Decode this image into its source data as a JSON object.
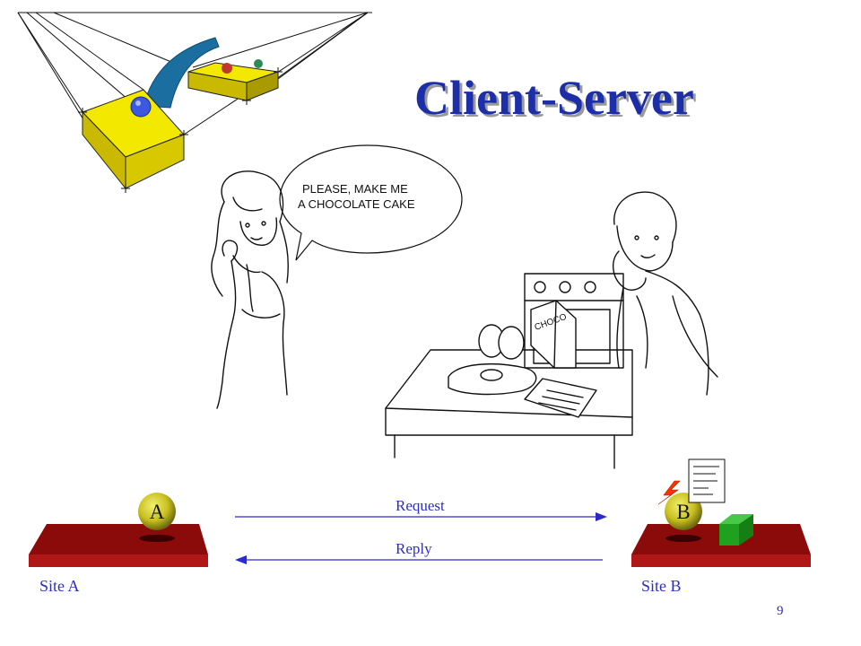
{
  "title": "Client-Server",
  "speech_bubble": {
    "line1": "PLEASE, MAKE ME",
    "line2": "A CHOCOLATE CAKE"
  },
  "illustration": {
    "box_label": "CHOCO"
  },
  "diagram": {
    "node_a": {
      "letter": "A",
      "site_label": "Site A"
    },
    "node_b": {
      "letter": "B",
      "site_label": "Site B"
    },
    "request_label": "Request",
    "reply_label": "Reply"
  },
  "page_number": "9",
  "colors": {
    "title": "#1d2fa8",
    "label_text": "#2c2fb8",
    "arrow": "#2a2ad0",
    "platform": "#8b0a0a",
    "node_ball": "#c8c020",
    "green_cube": "#1fa01f",
    "logo_yellow": "#f0e000",
    "logo_ribbon": "#1a6ea0"
  }
}
